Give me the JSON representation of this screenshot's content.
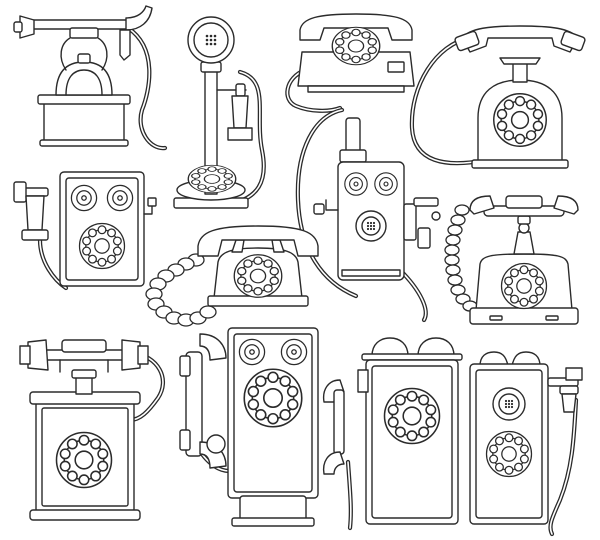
{
  "illustration": {
    "style": "black outline line art on white",
    "line_color": "#2b2b2b",
    "background": "#ffffff",
    "subjects": [
      {
        "id": "candlestick-base-phone",
        "icon": "antique-bell-telephone-icon"
      },
      {
        "id": "candlestick-dial-phone",
        "icon": "candlestick-telephone-icon"
      },
      {
        "id": "desk-rotary-phone",
        "icon": "rotary-desk-telephone-icon"
      },
      {
        "id": "cradle-rotary-phone-top-right",
        "icon": "cradle-rotary-telephone-icon"
      },
      {
        "id": "wall-box-phone-left",
        "icon": "wall-box-telephone-icon"
      },
      {
        "id": "wall-phone-center",
        "icon": "wall-telephone-icon"
      },
      {
        "id": "rotary-phone-coiled-cord",
        "icon": "rotary-telephone-icon"
      },
      {
        "id": "cradle-phone-right",
        "icon": "cradle-telephone-icon"
      },
      {
        "id": "cradle-tall-phone-bottom-left",
        "icon": "tall-rotary-telephone-icon"
      },
      {
        "id": "wall-phone-two-dials",
        "icon": "wall-rotary-telephone-icon"
      },
      {
        "id": "wall-phone-bells",
        "icon": "bell-wall-telephone-icon"
      },
      {
        "id": "wall-phone-slim",
        "icon": "slim-wall-telephone-icon"
      }
    ]
  }
}
